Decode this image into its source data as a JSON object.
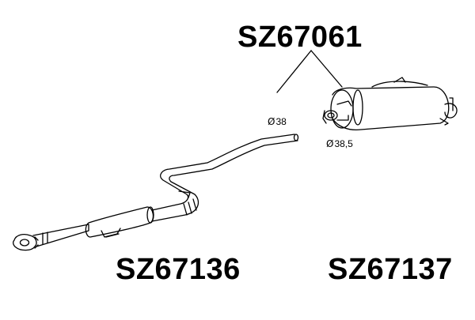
{
  "parts": {
    "rear_silencer_kit": "SZ67061",
    "front_pipe_with_middle_silencer": "SZ67136",
    "rear_silencer": "SZ67137"
  },
  "dimensions": {
    "diameter_symbol": "Ø",
    "inlet_pipe_diameter": "38",
    "rear_box_diameter": "38,5"
  },
  "colors": {
    "line": "#000000",
    "background": "#ffffff"
  }
}
